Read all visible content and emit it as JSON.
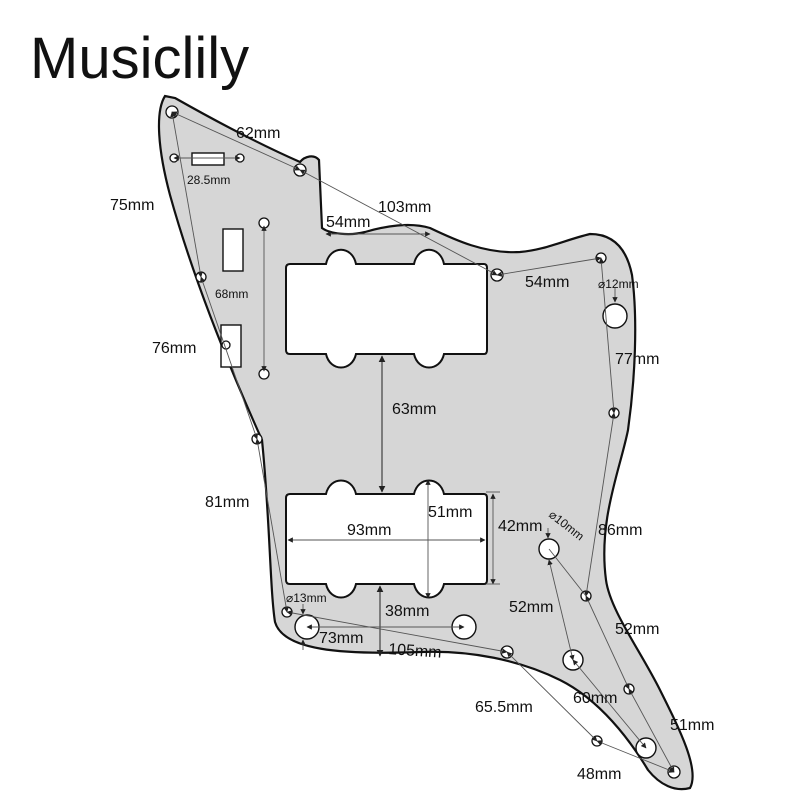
{
  "brand": "Musiclily",
  "labels": {
    "d62": "62mm",
    "d28": "28.5mm",
    "d75": "75mm",
    "d103": "103mm",
    "d54a": "54mm",
    "d54b": "54mm",
    "d12": "⌀12mm",
    "d68": "68mm",
    "d76": "76mm",
    "d77": "77mm",
    "d63": "63mm",
    "d81": "81mm",
    "d93": "93mm",
    "d51a": "51mm",
    "d42": "42mm",
    "d10": "⌀10mm",
    "d86": "86mm",
    "d13": "⌀13mm",
    "d38": "38mm",
    "d52a": "52mm",
    "d52b": "52mm",
    "d73": "73mm",
    "d105": "105mm",
    "d60": "60mm",
    "d65": "65.5mm",
    "d51b": "51mm",
    "d48": "48mm"
  }
}
